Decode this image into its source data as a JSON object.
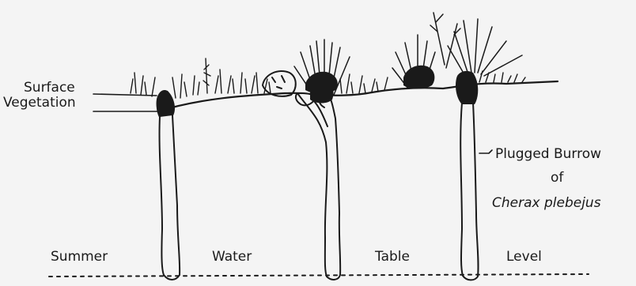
{
  "labels": {
    "surface_line1": "Surface",
    "surface_line2": "Vegetation",
    "burrow_line1": "Plugged  Burrow",
    "burrow_line2": "of",
    "burrow_line3": "Cherax  plebejus",
    "summer": "Summer",
    "water": "Water",
    "table": "Table",
    "level": "Level"
  },
  "colors": {
    "ink": "#1a1a1a",
    "background": "#f4f4f4"
  }
}
